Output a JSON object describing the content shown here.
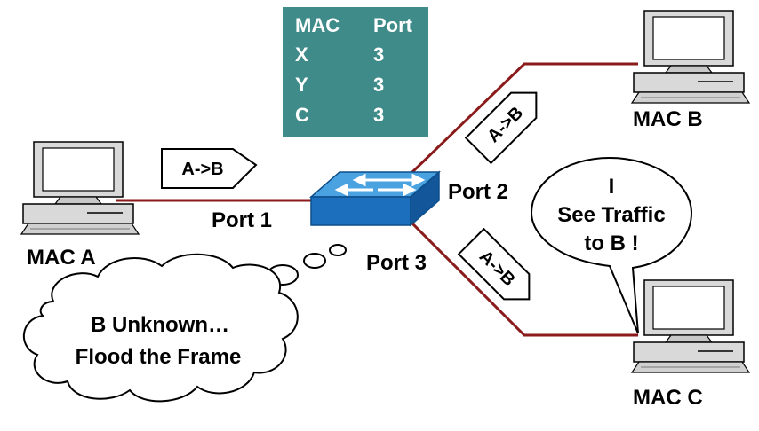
{
  "mac_table": {
    "headers": {
      "mac": "MAC",
      "port": "Port"
    },
    "rows": [
      {
        "mac": "X",
        "port": "3"
      },
      {
        "mac": "Y",
        "port": "3"
      },
      {
        "mac": "C",
        "port": "3"
      }
    ],
    "background": "#3f8b89"
  },
  "hosts": {
    "a": "MAC A",
    "b": "MAC B",
    "c": "MAC C"
  },
  "ports": {
    "p1": "Port 1",
    "p2": "Port 2",
    "p3": "Port 3"
  },
  "frames": {
    "to_switch": "A->B",
    "to_b": "A->B",
    "to_c": "A->B"
  },
  "bubbles": {
    "switch_thought": [
      "B Unknown…",
      "Flood the Frame"
    ],
    "host_c_speech": [
      "I",
      "See Traffic",
      "to B !"
    ]
  },
  "colors": {
    "link": "#8b1a1a",
    "switch_top": "#4aa3e0",
    "switch_side": "#1b6fbd",
    "table": "#3f8b89"
  }
}
